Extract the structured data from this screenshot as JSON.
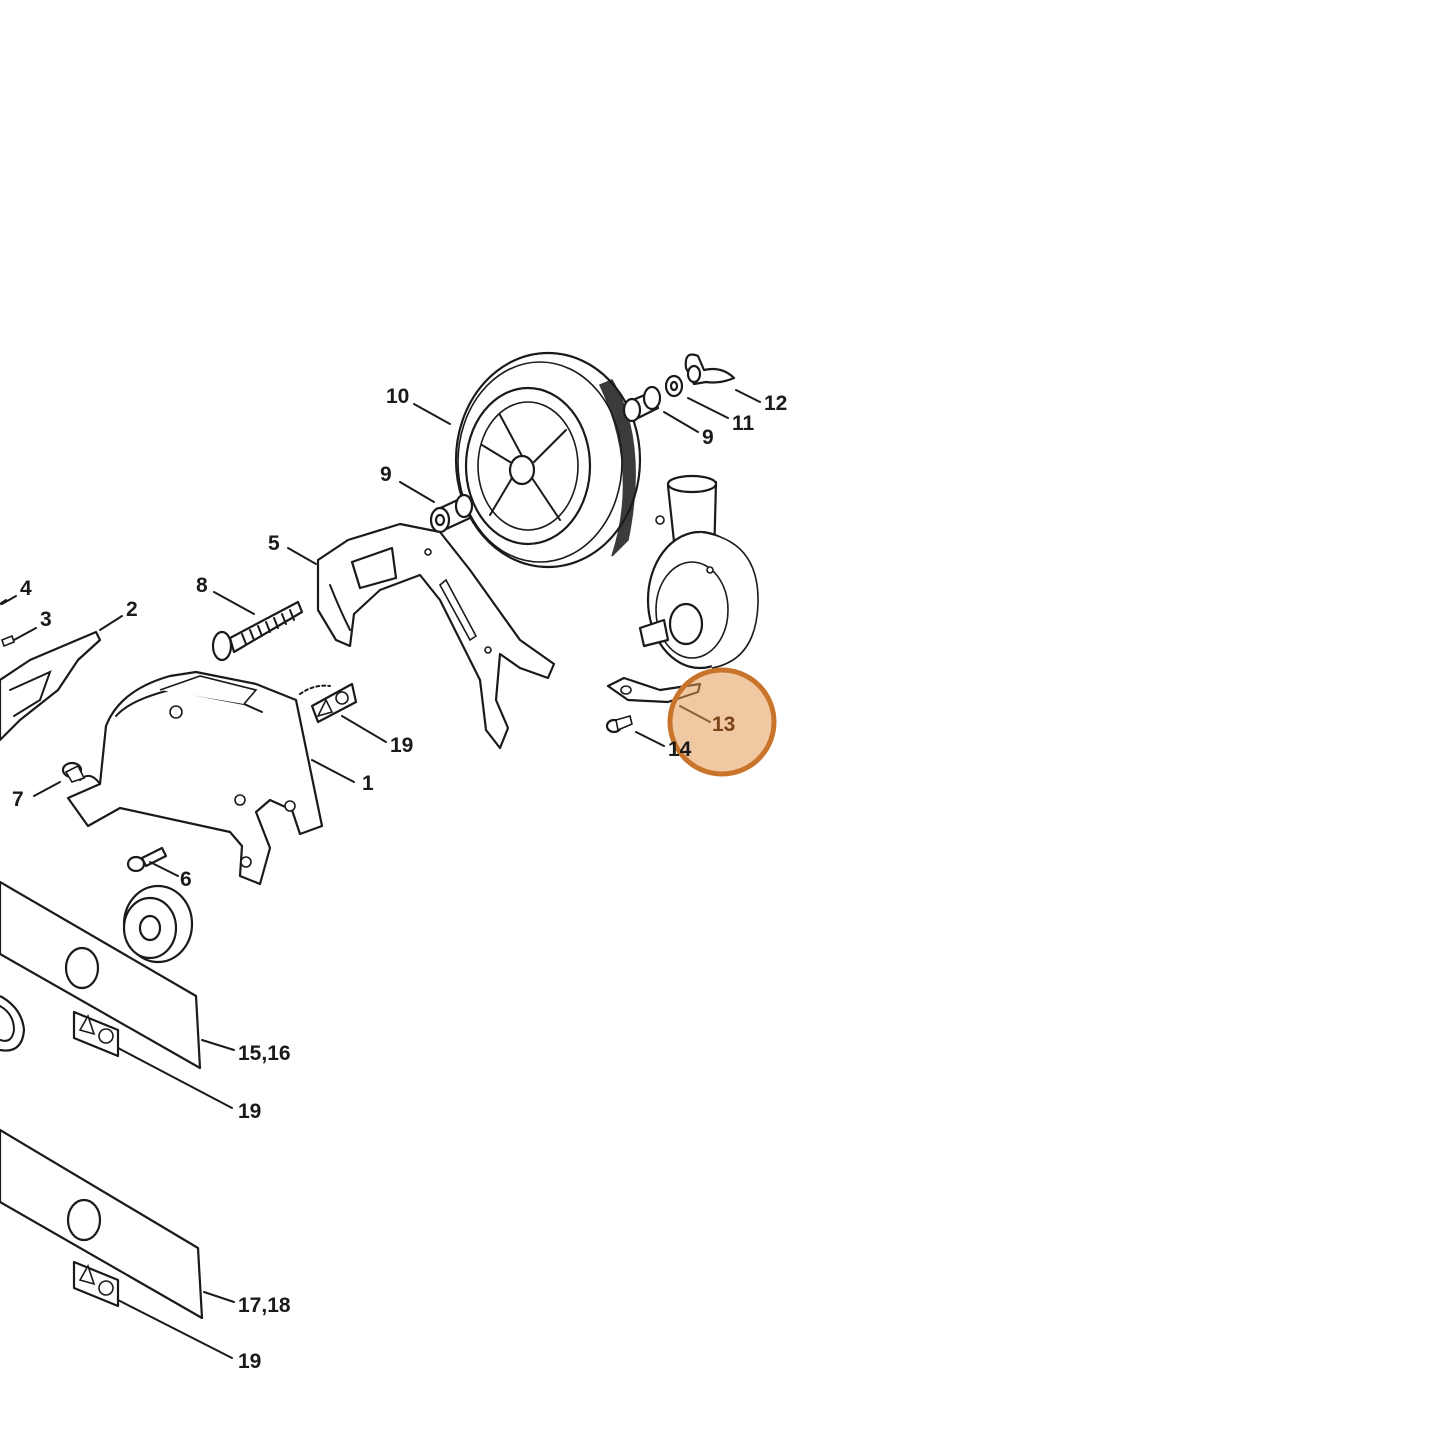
{
  "diagram": {
    "labels": [
      {
        "id": "1",
        "text": "1"
      },
      {
        "id": "2",
        "text": "2"
      },
      {
        "id": "3",
        "text": "3"
      },
      {
        "id": "4",
        "text": "4"
      },
      {
        "id": "5",
        "text": "5"
      },
      {
        "id": "6",
        "text": "6"
      },
      {
        "id": "7",
        "text": "7"
      },
      {
        "id": "8",
        "text": "8"
      },
      {
        "id": "9a",
        "text": "9"
      },
      {
        "id": "9b",
        "text": "9"
      },
      {
        "id": "10",
        "text": "10"
      },
      {
        "id": "11",
        "text": "11"
      },
      {
        "id": "12",
        "text": "12"
      },
      {
        "id": "13",
        "text": "13"
      },
      {
        "id": "14",
        "text": "14"
      },
      {
        "id": "15_16",
        "text": "15,16"
      },
      {
        "id": "17_18",
        "text": "17,18"
      },
      {
        "id": "19a",
        "text": "19"
      },
      {
        "id": "19b",
        "text": "19"
      },
      {
        "id": "19c",
        "text": "19"
      }
    ],
    "highlight": {
      "label_id": "13",
      "color": "#e39a55",
      "border_color": "#c8742a"
    },
    "line_color": "#1a1a1a",
    "background": "#ffffff"
  }
}
